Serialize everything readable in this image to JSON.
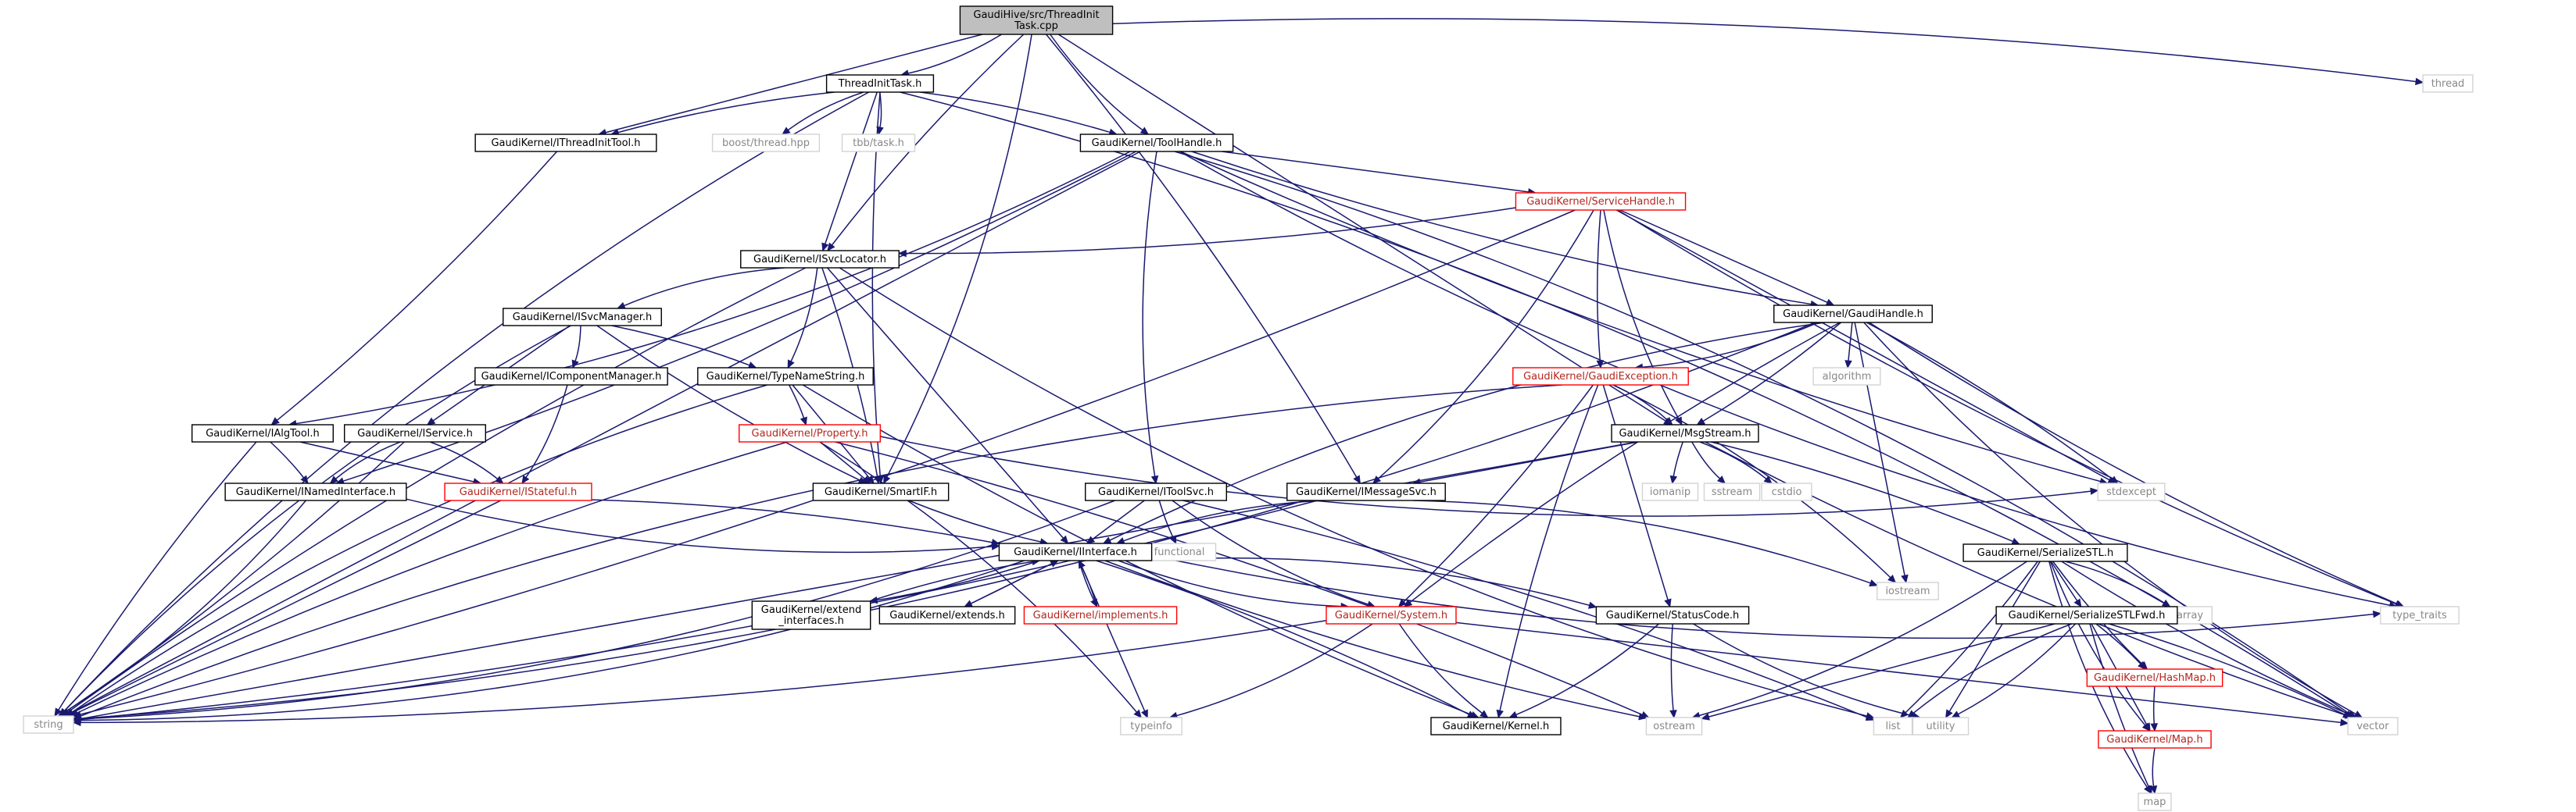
{
  "graph": {
    "title": "GaudiHive/src/ThreadInitTask.cpp",
    "colors": {
      "edge": "#191970",
      "root_fill": "#bfbfbf",
      "node_border": "#000000",
      "red_border": "#ff0000",
      "external_border": "#d3d3d3",
      "external_text": "#888888"
    },
    "nodes": [
      {
        "id": "root",
        "lines": [
          "GaudiHive/src/ThreadInit",
          "Task.cpp"
        ],
        "style": "root"
      },
      {
        "id": "tit_h",
        "lines": [
          "ThreadInitTask.h"
        ],
        "style": "normal"
      },
      {
        "id": "thread",
        "lines": [
          "thread"
        ],
        "style": "external"
      },
      {
        "id": "itit",
        "lines": [
          "GaudiKernel/IThreadInitTool.h"
        ],
        "style": "normal"
      },
      {
        "id": "boostthread",
        "lines": [
          "boost/thread.hpp"
        ],
        "style": "external"
      },
      {
        "id": "tbbtask",
        "lines": [
          "tbb/task.h"
        ],
        "style": "external"
      },
      {
        "id": "toolhandle",
        "lines": [
          "GaudiKernel/ToolHandle.h"
        ],
        "style": "normal"
      },
      {
        "id": "svchandle",
        "lines": [
          "GaudiKernel/ServiceHandle.h"
        ],
        "style": "red"
      },
      {
        "id": "isvcloc",
        "lines": [
          "GaudiKernel/ISvcLocator.h"
        ],
        "style": "normal"
      },
      {
        "id": "gaudihandle",
        "lines": [
          "GaudiKernel/GaudiHandle.h"
        ],
        "style": "normal"
      },
      {
        "id": "isvcmgr",
        "lines": [
          "GaudiKernel/ISvcManager.h"
        ],
        "style": "normal"
      },
      {
        "id": "icompmgr",
        "lines": [
          "GaudiKernel/IComponentManager.h"
        ],
        "style": "normal"
      },
      {
        "id": "typename",
        "lines": [
          "GaudiKernel/TypeNameString.h"
        ],
        "style": "normal"
      },
      {
        "id": "gexc",
        "lines": [
          "GaudiKernel/GaudiException.h"
        ],
        "style": "red"
      },
      {
        "id": "algorithm",
        "lines": [
          "algorithm"
        ],
        "style": "external"
      },
      {
        "id": "ialgtool",
        "lines": [
          "GaudiKernel/IAlgTool.h"
        ],
        "style": "normal"
      },
      {
        "id": "iservice",
        "lines": [
          "GaudiKernel/IService.h"
        ],
        "style": "normal"
      },
      {
        "id": "property",
        "lines": [
          "GaudiKernel/Property.h"
        ],
        "style": "red"
      },
      {
        "id": "msgstream",
        "lines": [
          "GaudiKernel/MsgStream.h"
        ],
        "style": "normal"
      },
      {
        "id": "inamed",
        "lines": [
          "GaudiKernel/INamedInterface.h"
        ],
        "style": "normal"
      },
      {
        "id": "istateful",
        "lines": [
          "GaudiKernel/IStateful.h"
        ],
        "style": "red"
      },
      {
        "id": "smartif",
        "lines": [
          "GaudiKernel/SmartIF.h"
        ],
        "style": "normal"
      },
      {
        "id": "imsgsvc",
        "lines": [
          "GaudiKernel/IMessageSvc.h"
        ],
        "style": "normal"
      },
      {
        "id": "iomanip",
        "lines": [
          "iomanip"
        ],
        "style": "external"
      },
      {
        "id": "sstream",
        "lines": [
          "sstream"
        ],
        "style": "external"
      },
      {
        "id": "cstdio",
        "lines": [
          "cstdio"
        ],
        "style": "external"
      },
      {
        "id": "stdexcept",
        "lines": [
          "stdexcept"
        ],
        "style": "external"
      },
      {
        "id": "itoolsvc",
        "lines": [
          "GaudiKernel/IToolSvc.h"
        ],
        "style": "normal"
      },
      {
        "id": "functional",
        "lines": [
          "functional"
        ],
        "style": "external"
      },
      {
        "id": "iostream",
        "lines": [
          "iostream"
        ],
        "style": "external"
      },
      {
        "id": "serializestl",
        "lines": [
          "GaudiKernel/SerializeSTL.h"
        ],
        "style": "normal"
      },
      {
        "id": "iinterface",
        "lines": [
          "GaudiKernel/IInterface.h"
        ],
        "style": "normal"
      },
      {
        "id": "array",
        "lines": [
          "array"
        ],
        "style": "external"
      },
      {
        "id": "type_traits",
        "lines": [
          "type_traits"
        ],
        "style": "external"
      },
      {
        "id": "extendif",
        "lines": [
          "GaudiKernel/extend",
          "_interfaces.h"
        ],
        "style": "normal"
      },
      {
        "id": "extends",
        "lines": [
          "GaudiKernel/extends.h"
        ],
        "style": "normal"
      },
      {
        "id": "implements",
        "lines": [
          "GaudiKernel/implements.h"
        ],
        "style": "red"
      },
      {
        "id": "system",
        "lines": [
          "GaudiKernel/System.h"
        ],
        "style": "red"
      },
      {
        "id": "statuscode",
        "lines": [
          "GaudiKernel/StatusCode.h"
        ],
        "style": "normal"
      },
      {
        "id": "stlfwd",
        "lines": [
          "GaudiKernel/SerializeSTLFwd.h"
        ],
        "style": "normal"
      },
      {
        "id": "string",
        "lines": [
          "string"
        ],
        "style": "external"
      },
      {
        "id": "typeinfo",
        "lines": [
          "typeinfo"
        ],
        "style": "external"
      },
      {
        "id": "kernel",
        "lines": [
          "GaudiKernel/Kernel.h"
        ],
        "style": "normal"
      },
      {
        "id": "ostream",
        "lines": [
          "ostream"
        ],
        "style": "external"
      },
      {
        "id": "list",
        "lines": [
          "list"
        ],
        "style": "external"
      },
      {
        "id": "utility",
        "lines": [
          "utility"
        ],
        "style": "external"
      },
      {
        "id": "vector",
        "lines": [
          "vector"
        ],
        "style": "external"
      },
      {
        "id": "hashmap",
        "lines": [
          "GaudiKernel/HashMap.h"
        ],
        "style": "red"
      },
      {
        "id": "gmap",
        "lines": [
          "GaudiKernel/Map.h"
        ],
        "style": "red"
      },
      {
        "id": "map",
        "lines": [
          "map"
        ],
        "style": "external"
      }
    ],
    "edges": [
      [
        "root",
        "tit_h"
      ],
      [
        "root",
        "thread"
      ],
      [
        "root",
        "itit"
      ],
      [
        "root",
        "isvcloc"
      ],
      [
        "root",
        "toolhandle"
      ],
      [
        "root",
        "smartif"
      ],
      [
        "root",
        "imsgsvc"
      ],
      [
        "root",
        "msgstream"
      ],
      [
        "tit_h",
        "itit"
      ],
      [
        "tit_h",
        "boostthread"
      ],
      [
        "tit_h",
        "tbbtask"
      ],
      [
        "tit_h",
        "toolhandle"
      ],
      [
        "tit_h",
        "isvcloc"
      ],
      [
        "tit_h",
        "smartif"
      ],
      [
        "tit_h",
        "string"
      ],
      [
        "tit_h",
        "vector"
      ],
      [
        "itit",
        "ialgtool"
      ],
      [
        "toolhandle",
        "svchandle"
      ],
      [
        "toolhandle",
        "gaudihandle"
      ],
      [
        "toolhandle",
        "itoolsvc"
      ],
      [
        "toolhandle",
        "ialgtool"
      ],
      [
        "toolhandle",
        "inamed"
      ],
      [
        "toolhandle",
        "string"
      ],
      [
        "toolhandle",
        "stdexcept"
      ],
      [
        "toolhandle",
        "type_traits"
      ],
      [
        "toolhandle",
        "vector"
      ],
      [
        "svchandle",
        "isvcloc"
      ],
      [
        "svchandle",
        "gaudihandle"
      ],
      [
        "svchandle",
        "gexc"
      ],
      [
        "svchandle",
        "msgstream"
      ],
      [
        "svchandle",
        "imsgsvc"
      ],
      [
        "svchandle",
        "string"
      ],
      [
        "svchandle",
        "stdexcept"
      ],
      [
        "svchandle",
        "type_traits"
      ],
      [
        "isvcloc",
        "isvcmgr"
      ],
      [
        "isvcloc",
        "typename"
      ],
      [
        "isvcloc",
        "smartif"
      ],
      [
        "isvcloc",
        "iinterface"
      ],
      [
        "isvcloc",
        "string"
      ],
      [
        "isvcloc",
        "list"
      ],
      [
        "gaudihandle",
        "gexc"
      ],
      [
        "gaudihandle",
        "msgstream"
      ],
      [
        "gaudihandle",
        "algorithm"
      ],
      [
        "gaudihandle",
        "system"
      ],
      [
        "gaudihandle",
        "iinterface"
      ],
      [
        "gaudihandle",
        "string"
      ],
      [
        "gaudihandle",
        "stdexcept"
      ],
      [
        "gaudihandle",
        "iostream"
      ],
      [
        "gaudihandle",
        "type_traits"
      ],
      [
        "gaudihandle",
        "vector"
      ],
      [
        "isvcmgr",
        "icompmgr"
      ],
      [
        "isvcmgr",
        "typename"
      ],
      [
        "isvcmgr",
        "iservice"
      ],
      [
        "isvcmgr",
        "smartif"
      ],
      [
        "isvcmgr",
        "string"
      ],
      [
        "icompmgr",
        "istateful"
      ],
      [
        "typename",
        "property"
      ],
      [
        "typename",
        "smartif"
      ],
      [
        "typename",
        "kernel"
      ],
      [
        "typename",
        "string"
      ],
      [
        "gexc",
        "msgstream"
      ],
      [
        "gexc",
        "system"
      ],
      [
        "gexc",
        "statuscode"
      ],
      [
        "gexc",
        "kernel"
      ],
      [
        "gexc",
        "string"
      ],
      [
        "gexc",
        "iostream"
      ],
      [
        "ialgtool",
        "inamed"
      ],
      [
        "ialgtool",
        "istateful"
      ],
      [
        "ialgtool",
        "string"
      ],
      [
        "iservice",
        "inamed"
      ],
      [
        "iservice",
        "istateful"
      ],
      [
        "iservice",
        "string"
      ],
      [
        "property",
        "smartif"
      ],
      [
        "property",
        "string"
      ],
      [
        "property",
        "stdexcept"
      ],
      [
        "property",
        "typeinfo"
      ],
      [
        "property",
        "ostream"
      ],
      [
        "msgstream",
        "imsgsvc"
      ],
      [
        "msgstream",
        "iomanip"
      ],
      [
        "msgstream",
        "sstream"
      ],
      [
        "msgstream",
        "cstdio"
      ],
      [
        "msgstream",
        "serializestl"
      ],
      [
        "msgstream",
        "string"
      ],
      [
        "msgstream",
        "vector"
      ],
      [
        "inamed",
        "iinterface"
      ],
      [
        "inamed",
        "string"
      ],
      [
        "istateful",
        "iinterface"
      ],
      [
        "istateful",
        "string"
      ],
      [
        "smartif",
        "iinterface"
      ],
      [
        "imsgsvc",
        "iinterface"
      ],
      [
        "imsgsvc",
        "iostream"
      ],
      [
        "imsgsvc",
        "string"
      ],
      [
        "itoolsvc",
        "iinterface"
      ],
      [
        "itoolsvc",
        "functional"
      ],
      [
        "itoolsvc",
        "system"
      ],
      [
        "itoolsvc",
        "string"
      ],
      [
        "itoolsvc",
        "list"
      ],
      [
        "serializestl",
        "stlfwd"
      ],
      [
        "serializestl",
        "hashmap"
      ],
      [
        "serializestl",
        "gmap"
      ],
      [
        "serializestl",
        "array"
      ],
      [
        "serializestl",
        "list"
      ],
      [
        "serializestl",
        "utility"
      ],
      [
        "serializestl",
        "vector"
      ],
      [
        "serializestl",
        "map"
      ],
      [
        "serializestl",
        "ostream"
      ],
      [
        "iinterface",
        "extendif"
      ],
      [
        "iinterface",
        "extends"
      ],
      [
        "iinterface",
        "implements"
      ],
      [
        "iinterface",
        "system"
      ],
      [
        "iinterface",
        "statuscode"
      ],
      [
        "iinterface",
        "kernel"
      ],
      [
        "iinterface",
        "typeinfo"
      ],
      [
        "iinterface",
        "ostream"
      ],
      [
        "iinterface",
        "type_traits"
      ],
      [
        "iinterface",
        "string"
      ],
      [
        "extendif",
        "iinterface"
      ],
      [
        "extends",
        "iinterface"
      ],
      [
        "implements",
        "iinterface"
      ],
      [
        "system",
        "kernel"
      ],
      [
        "system",
        "typeinfo"
      ],
      [
        "system",
        "string"
      ],
      [
        "system",
        "vector"
      ],
      [
        "statuscode",
        "ostream"
      ],
      [
        "statuscode",
        "utility"
      ],
      [
        "statuscode",
        "kernel"
      ],
      [
        "stlfwd",
        "hashmap"
      ],
      [
        "stlfwd",
        "gmap"
      ],
      [
        "stlfwd",
        "map"
      ],
      [
        "stlfwd",
        "list"
      ],
      [
        "stlfwd",
        "utility"
      ],
      [
        "stlfwd",
        "vector"
      ],
      [
        "stlfwd",
        "ostream"
      ],
      [
        "hashmap",
        "gmap"
      ],
      [
        "gmap",
        "map"
      ]
    ]
  }
}
